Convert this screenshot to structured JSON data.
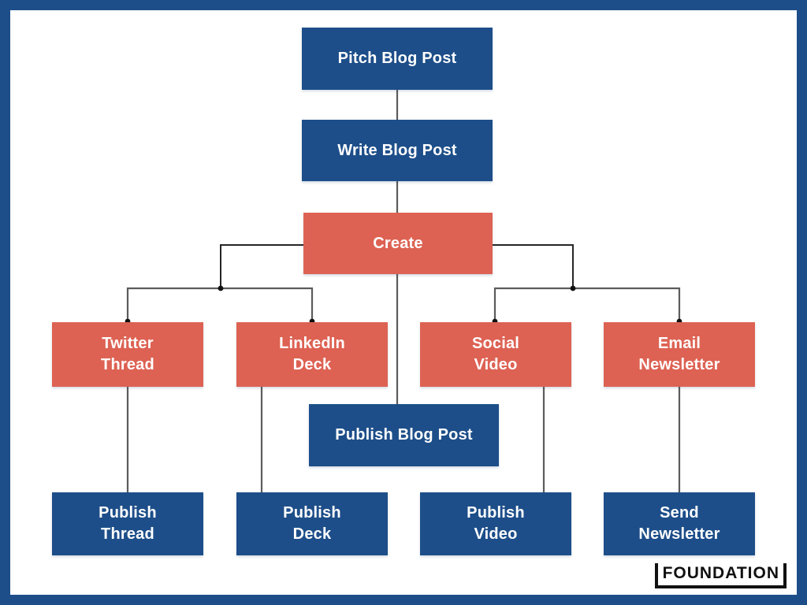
{
  "diagram": {
    "nodes": {
      "pitch": {
        "label": "Pitch Blog Post",
        "color": "blue"
      },
      "write": {
        "label": "Write Blog Post",
        "color": "blue"
      },
      "create": {
        "label": "Create",
        "color": "coral"
      },
      "twitter_thread": {
        "label": "Twitter\nThread",
        "color": "coral"
      },
      "linkedin_deck": {
        "label": "LinkedIn\nDeck",
        "color": "coral"
      },
      "social_video": {
        "label": "Social\nVideo",
        "color": "coral"
      },
      "email_newsletter": {
        "label": "Email\nNewsletter",
        "color": "coral"
      },
      "publish_blog": {
        "label": "Publish Blog Post",
        "color": "blue"
      },
      "publish_thread": {
        "label": "Publish\nThread",
        "color": "blue"
      },
      "publish_deck": {
        "label": "Publish\nDeck",
        "color": "blue"
      },
      "publish_video": {
        "label": "Publish\nVideo",
        "color": "blue"
      },
      "send_newsletter": {
        "label": "Send\nNewsletter",
        "color": "blue"
      }
    },
    "edges": [
      {
        "from": "pitch",
        "to": "write"
      },
      {
        "from": "write",
        "to": "create"
      },
      {
        "from": "create",
        "to": "twitter_thread"
      },
      {
        "from": "create",
        "to": "linkedin_deck"
      },
      {
        "from": "create",
        "to": "social_video"
      },
      {
        "from": "create",
        "to": "email_newsletter"
      },
      {
        "from": "create",
        "to": "publish_blog"
      },
      {
        "from": "twitter_thread",
        "to": "publish_thread"
      },
      {
        "from": "linkedin_deck",
        "to": "publish_deck"
      },
      {
        "from": "social_video",
        "to": "publish_video"
      },
      {
        "from": "email_newsletter",
        "to": "send_newsletter"
      }
    ],
    "colors": {
      "blue": "#1d4e89",
      "coral": "#dd6253",
      "line_gray": "#5c5c5c",
      "line_dark": "#262626",
      "frame_border": "#1d4e89",
      "background": "#ffffff",
      "node_text": "#ffffff"
    }
  },
  "logo": {
    "text": "FOUNDATION"
  }
}
